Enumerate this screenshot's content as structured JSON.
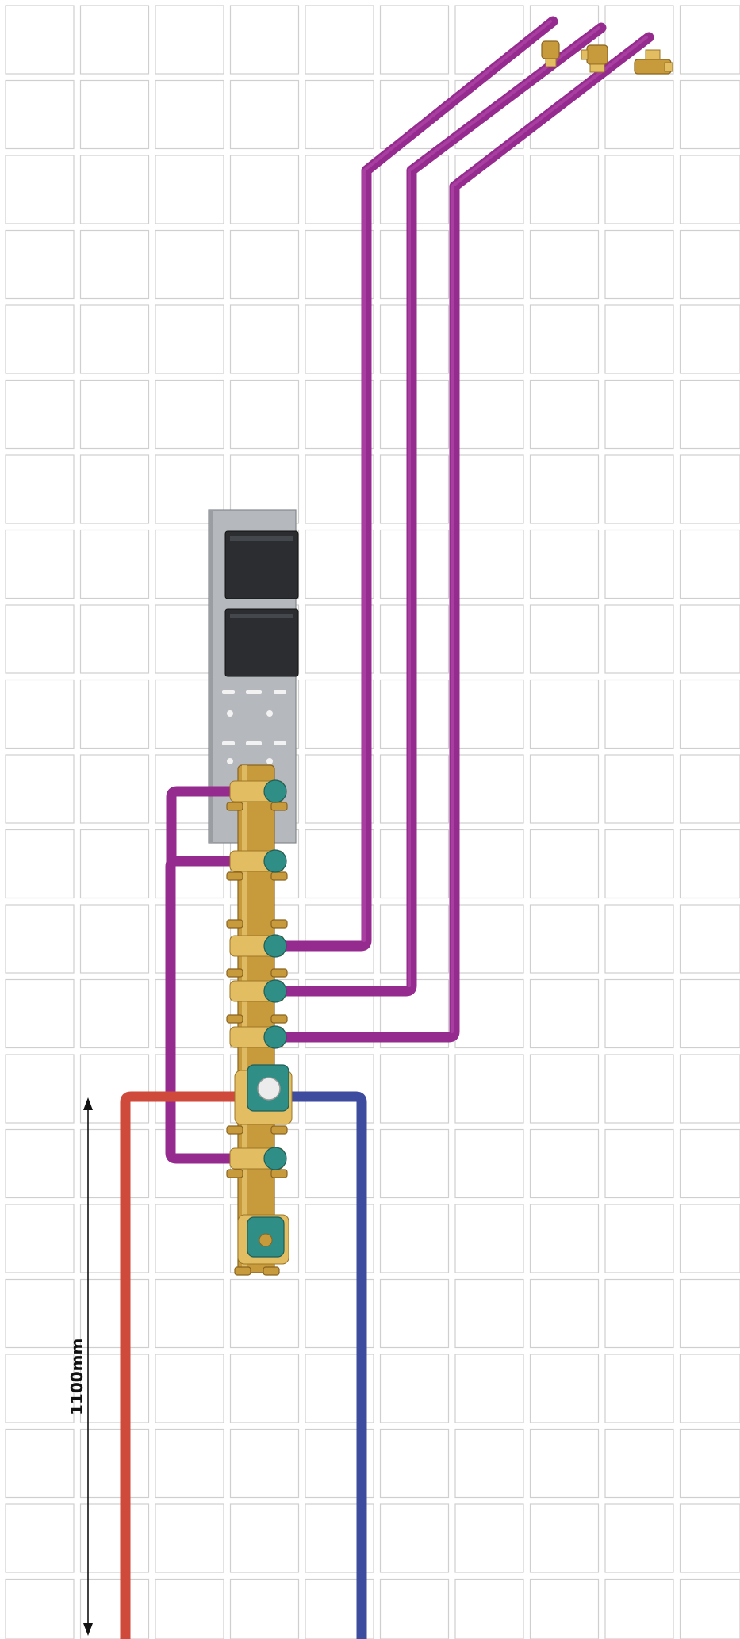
{
  "dimension": {
    "label": "1100mm"
  },
  "colors": {
    "hot_water": "#cf4a3b",
    "cold_water": "#3d4c9e",
    "mixed_water": "#962b8f",
    "brass": "#c79a3c",
    "valve_cartridge": "#2f8f86",
    "mounting_plate": "#b5b8bc",
    "control_box": "#2b2d30",
    "wall_tile_grout": "#cfcfcf"
  },
  "components": {
    "control_boxes": 2,
    "manifold_outlets": 6,
    "thermostatic_bodies": 2,
    "ceiling_fittings": 3
  }
}
